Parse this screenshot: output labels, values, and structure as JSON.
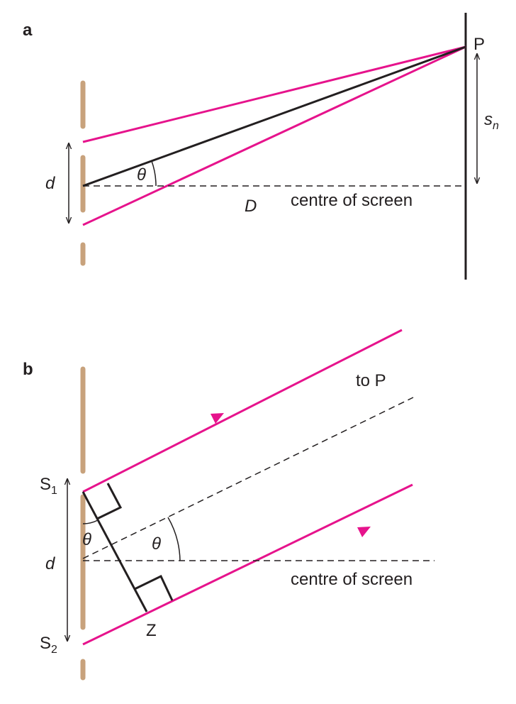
{
  "colors": {
    "ray": "#e6138c",
    "slit": "#c8a27c",
    "ink": "#231f20"
  },
  "panel_a": {
    "label": "a",
    "point": "P",
    "separation": "d",
    "distance": "D",
    "angle": "θ",
    "screen_label": "centre of screen",
    "distance_symbol": "s",
    "distance_subscript": "n"
  },
  "panel_b": {
    "label": "b",
    "target": "to P",
    "separation": "d",
    "angle_1": "θ",
    "angle_2": "θ",
    "screen_label": "centre of screen",
    "point_z": "Z",
    "source_1": "S",
    "source_1_sub": "1",
    "source_2": "S",
    "source_2_sub": "2"
  }
}
